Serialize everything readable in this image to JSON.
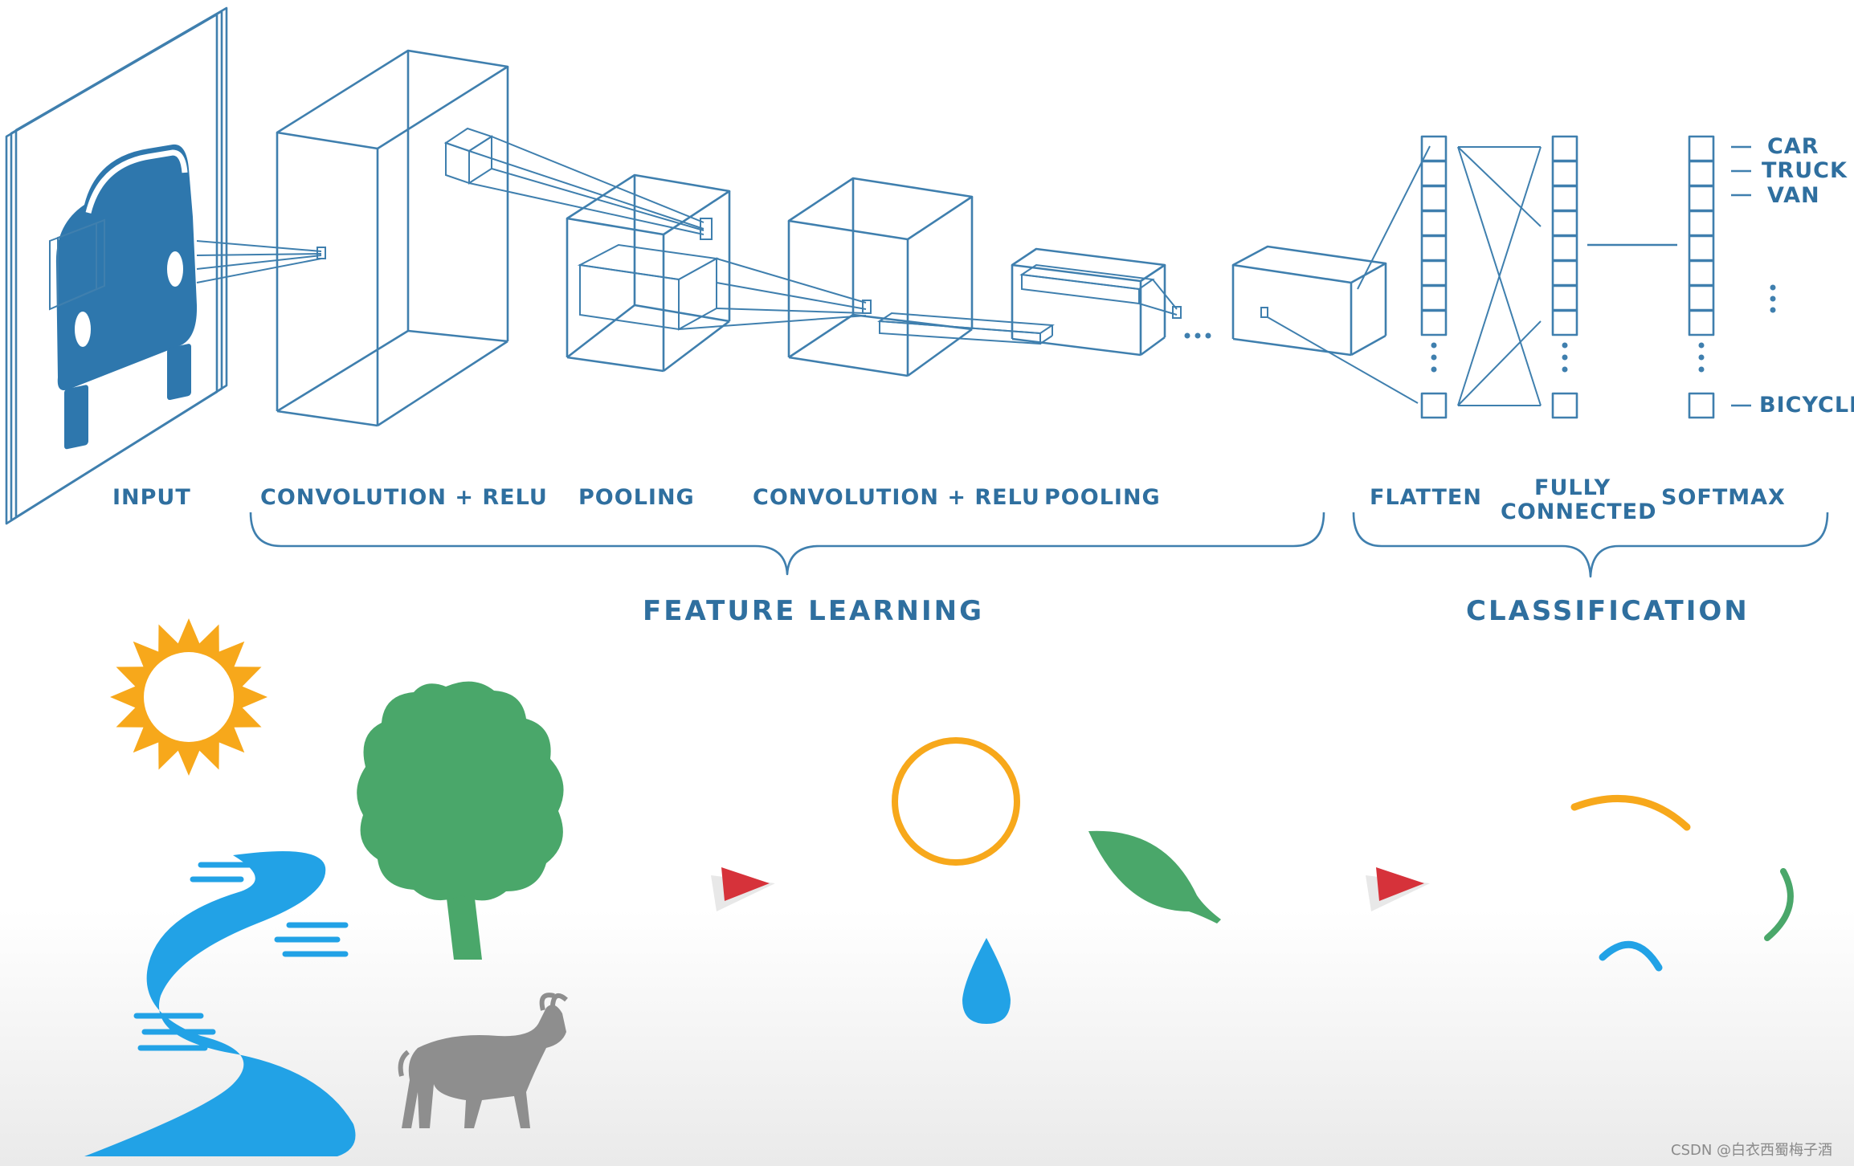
{
  "labels": {
    "input": "INPUT",
    "conv1": "CONVOLUTION + RELU",
    "pool1": "POOLING",
    "conv2": "CONVOLUTION + RELU",
    "pool2": "POOLING",
    "flatten": "FLATTEN",
    "fully_line1": "FULLY",
    "fully_line2": "CONNECTED",
    "softmax": "SOFTMAX"
  },
  "groups": {
    "feature_learning": "FEATURE LEARNING",
    "classification": "CLASSIFICATION"
  },
  "classes": [
    "CAR",
    "TRUCK",
    "VAN",
    "BICYCLE"
  ],
  "watermark": "CSDN @白衣西蜀梅子酒",
  "colors": {
    "wireframe": "#3f7fae",
    "text": "#2f6f9f",
    "car": "#2e77ad",
    "sun": "#f7a81b",
    "tree": "#4aa76a",
    "river": "#22a2e6",
    "goat": "#8e8e8e",
    "arrow": "#d6323a"
  },
  "icons": [
    "car-icon",
    "sun-icon",
    "tree-icon",
    "river-icon",
    "goat-icon",
    "circle-icon",
    "leaf-icon",
    "water-drop-icon",
    "arrow-icon"
  ]
}
